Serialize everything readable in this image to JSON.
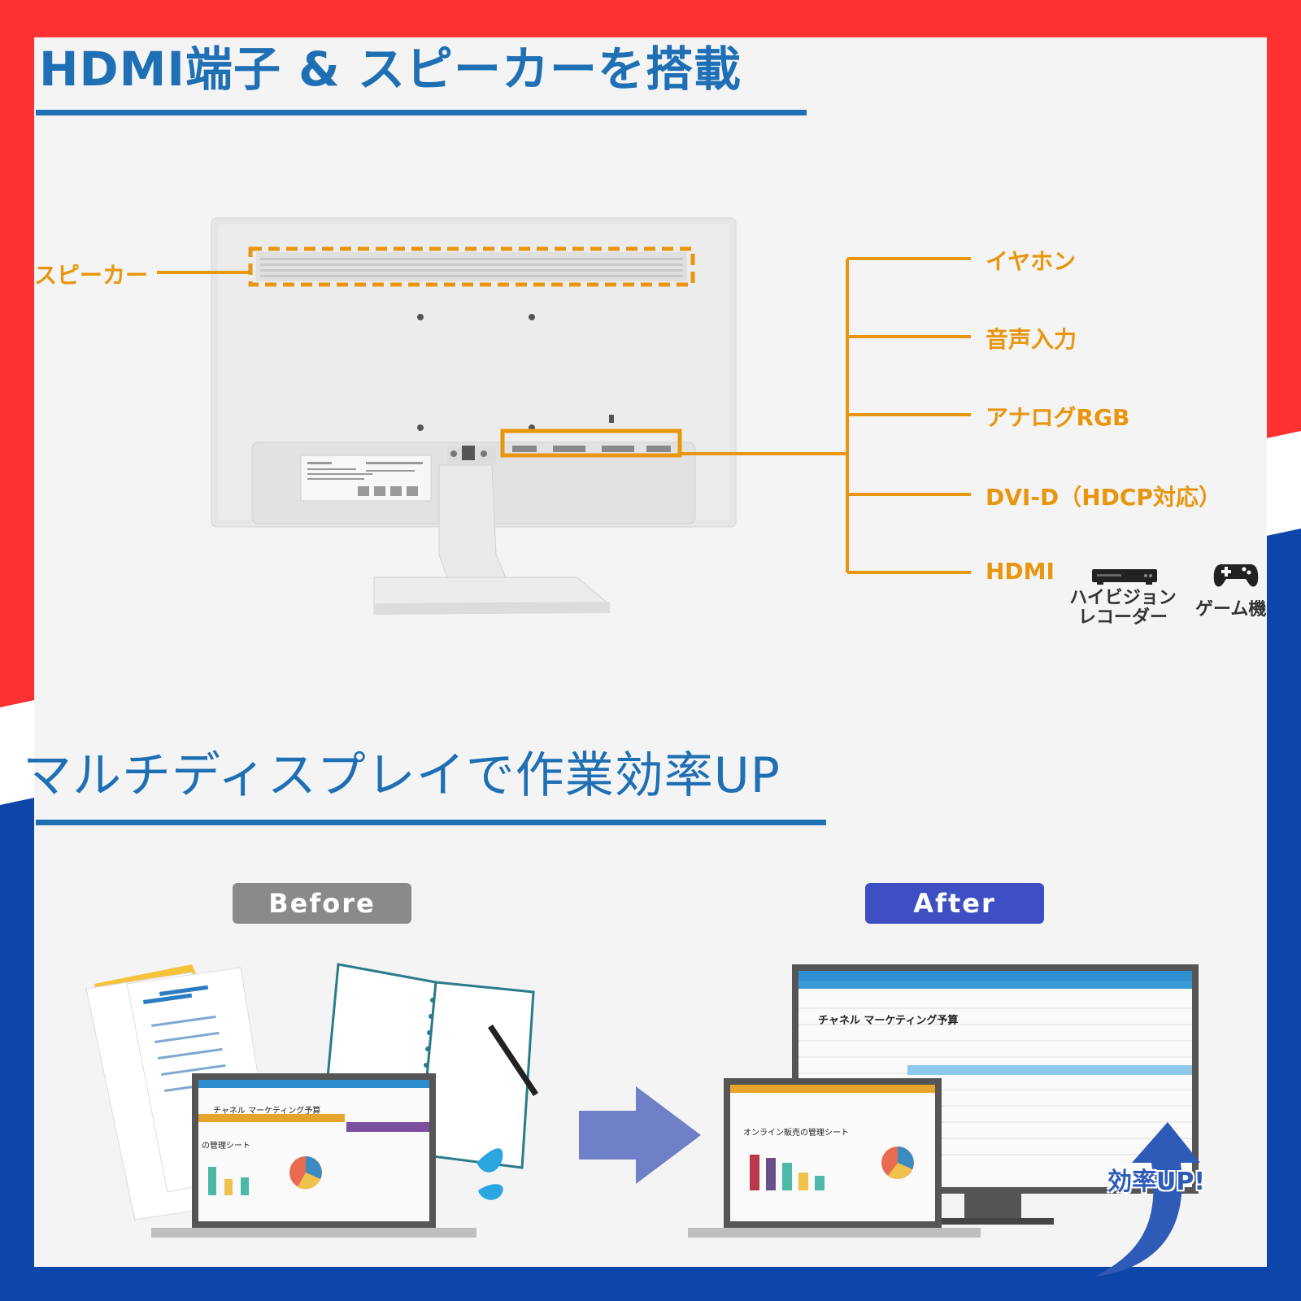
{
  "section1": {
    "title": "HDMI端子 & スピーカーを搭載",
    "speaker_label": "スピーカー",
    "ports": [
      "イヤホン",
      "音声入力",
      "アナログRGB",
      "DVI-D（HDCP対応）",
      "HDMI"
    ],
    "devices": [
      {
        "label_line1": "ハイビジョン",
        "label_line2": "レコーダー",
        "icon": "recorder-icon"
      },
      {
        "label_line1": "ゲーム機",
        "label_line2": "",
        "icon": "gamepad-icon"
      }
    ]
  },
  "section2": {
    "title": "マルチディスプレイで作業効率UP",
    "before_label": "Before",
    "after_label": "After",
    "badge": "効率UP!",
    "spreadsheet_title": "チャネル マーケティング予算",
    "laptop_sheet_title": "オンライン販売の管理シート",
    "before_sheet_fragment": "の管理シート",
    "before_sheet_title": "チャネル マーケティング予算"
  },
  "colors": {
    "red": "#ff3030",
    "blue": "#0d46a8",
    "heading": "#1f6fb4",
    "orange": "#e8960f",
    "before_pill": "#8a8a8a",
    "after_pill": "#3d4fc2",
    "arrow": "#7080c8"
  }
}
